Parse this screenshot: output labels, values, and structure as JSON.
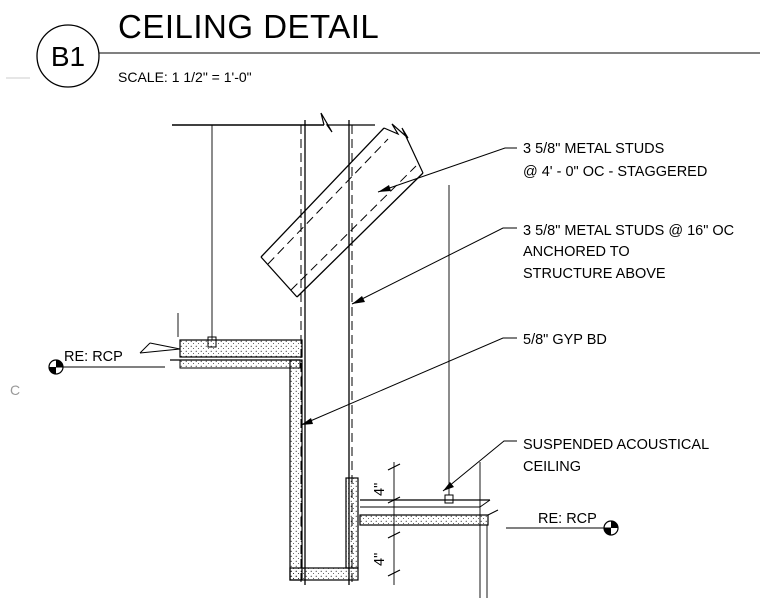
{
  "title": "CEILING DETAIL",
  "detail_id": "B1",
  "scale_label": "SCALE:  1 1/2\" = 1'-0\"",
  "stray_mark": "C",
  "rcp_ref_left": "RE: RCP",
  "rcp_ref_right": "RE: RCP",
  "notes": [
    {
      "lines": [
        "3 5/8\" METAL STUDS",
        "@ 4' - 0\" OC - STAGGERED"
      ]
    },
    {
      "lines": [
        "3 5/8\" METAL STUDS @ 16\" OC",
        "ANCHORED TO",
        "STRUCTURE ABOVE"
      ]
    },
    {
      "lines": [
        "5/8\" GYP BD"
      ]
    },
    {
      "lines": [
        "SUSPENDED ACOUSTICAL",
        "CEILING"
      ]
    }
  ],
  "dims": [
    "4\"",
    "4\""
  ]
}
